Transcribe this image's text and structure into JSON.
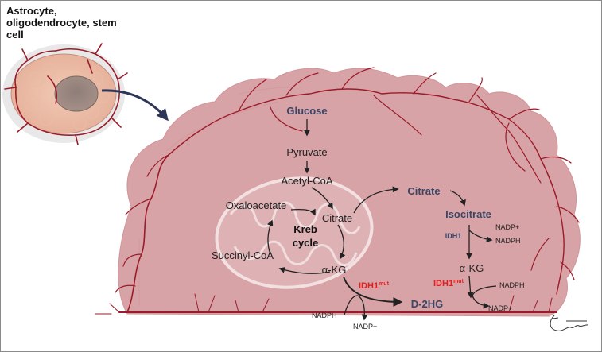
{
  "header": {
    "cell_types": [
      "Astrocyte,",
      "oligodendrocyte, stem",
      "cell"
    ]
  },
  "pathway": {
    "glucose": "Glucose",
    "pyruvate": "Pyruvate",
    "acetyl_coa": "Acetyl-CoA",
    "oxaloacetate": "Oxaloacetate",
    "citrate_mito": "Citrate",
    "kreb_cycle": [
      "Kreb",
      "cycle"
    ],
    "succinyl_coa": "Succinyl-CoA",
    "akg_mito": "α-KG",
    "citrate_cyto": "Citrate",
    "isocitrate": "Isocitrate",
    "idh1": "IDH1",
    "nadp_plus_1": "NADP+",
    "nadph_1": "NADPH",
    "akg_cyto": "α-KG",
    "idh1_mut_right": "IDH1",
    "idh1_mut_right_sup": "mut",
    "nadph_2": "NADPH",
    "nadp_plus_2": "NADP+",
    "idh1_mut_left": "IDH1",
    "idh1_mut_left_sup": "mut",
    "d2hg": "D-2HG",
    "nadph_3": "NADPH",
    "nadp_plus_3": "NADP+"
  },
  "colors": {
    "tumor_fill": "#d8a3a6",
    "vessel": "#9b1b2a",
    "navy_text": "#3b4566",
    "mutant_text": "#e02020"
  }
}
